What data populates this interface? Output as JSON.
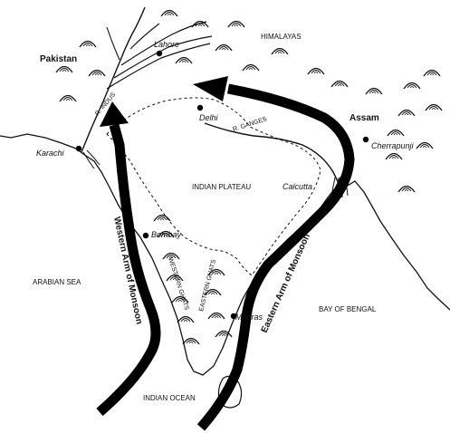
{
  "regions": {
    "pakistan": "Pakistan",
    "himalayas": "HIMALAYAS",
    "assam": "Assam",
    "indian_plateau": "INDIAN PLATEAU",
    "arabian_sea": "ARABIAN SEA",
    "bay_of_bengal": "BAY OF BENGAL",
    "indian_ocean": "INDIAN OCEAN",
    "western_ghats": "WESTERN GHATS",
    "eastern_ghats": "EASTERN GHATS"
  },
  "rivers": {
    "indus": "R. INDUS",
    "ganges": "R. GANGES"
  },
  "cities": {
    "lahore": "Lahore",
    "delhi": "Delhi",
    "karachi": "Karachi",
    "cherrapunji": "Cherrapunji",
    "calcutta": "Calcutta",
    "bombay": "Bombay",
    "madras": "Madras"
  },
  "arrows": {
    "western": "Western Arm of Monsoon",
    "eastern": "Eastern Arm of Monsoon"
  },
  "colors": {
    "ink": "#111111",
    "paper": "#ffffff"
  }
}
